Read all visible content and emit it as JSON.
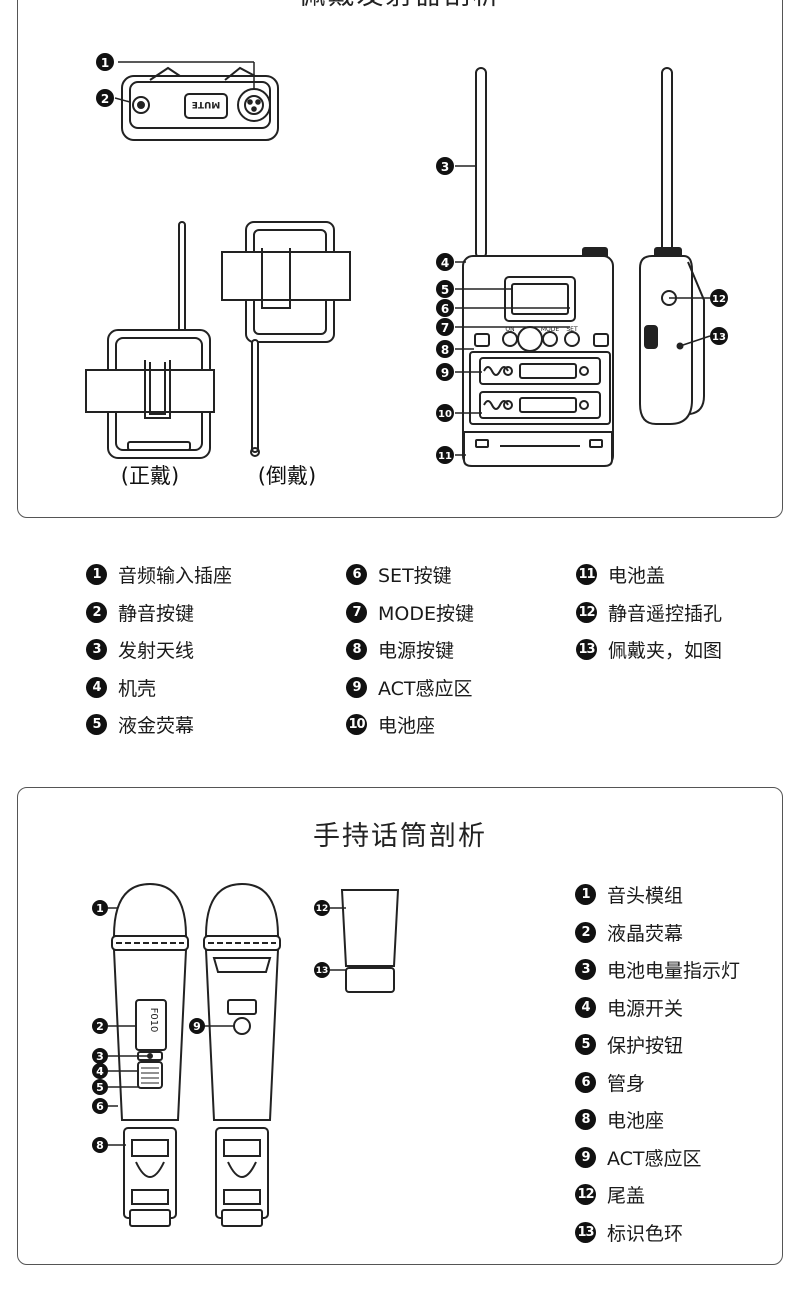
{
  "transmitter": {
    "title": "佩戴发射器剖析",
    "mute_text": "MUTE",
    "captions": {
      "front": "(正戴)",
      "back": "(倒戴)"
    },
    "panel_labels": {
      "on": "ON",
      "mode": "MODE",
      "set": "SET"
    },
    "legend_col1": [
      {
        "num": "1",
        "label": "音频输入插座"
      },
      {
        "num": "2",
        "label": "静音按键"
      },
      {
        "num": "3",
        "label": "发射天线"
      },
      {
        "num": "4",
        "label": "机壳"
      },
      {
        "num": "5",
        "label": "液金荧幕"
      }
    ],
    "legend_col2": [
      {
        "num": "6",
        "label": "SET按键"
      },
      {
        "num": "7",
        "label": "MODE按键"
      },
      {
        "num": "8",
        "label": "电源按键"
      },
      {
        "num": "9",
        "label": "ACT感应区"
      },
      {
        "num": "10",
        "label": "电池座"
      }
    ],
    "legend_col3": [
      {
        "num": "11",
        "label": "电池盖"
      },
      {
        "num": "12",
        "label": "静音遥控插孔"
      },
      {
        "num": "13",
        "label": "佩戴夹，如图"
      }
    ]
  },
  "microphone": {
    "title": "手持话筒剖析",
    "lcd_text": "F010",
    "legend": [
      {
        "num": "1",
        "label": "音头模组"
      },
      {
        "num": "2",
        "label": "液晶荧幕"
      },
      {
        "num": "3",
        "label": "电池电量指示灯"
      },
      {
        "num": "4",
        "label": "电源开关"
      },
      {
        "num": "5",
        "label": "保护按钮"
      },
      {
        "num": "6",
        "label": "管身"
      },
      {
        "num": "8",
        "label": "电池座"
      },
      {
        "num": "9",
        "label": "ACT感应区"
      },
      {
        "num": "12",
        "label": "尾盖"
      },
      {
        "num": "13",
        "label": "标识色环"
      }
    ]
  }
}
